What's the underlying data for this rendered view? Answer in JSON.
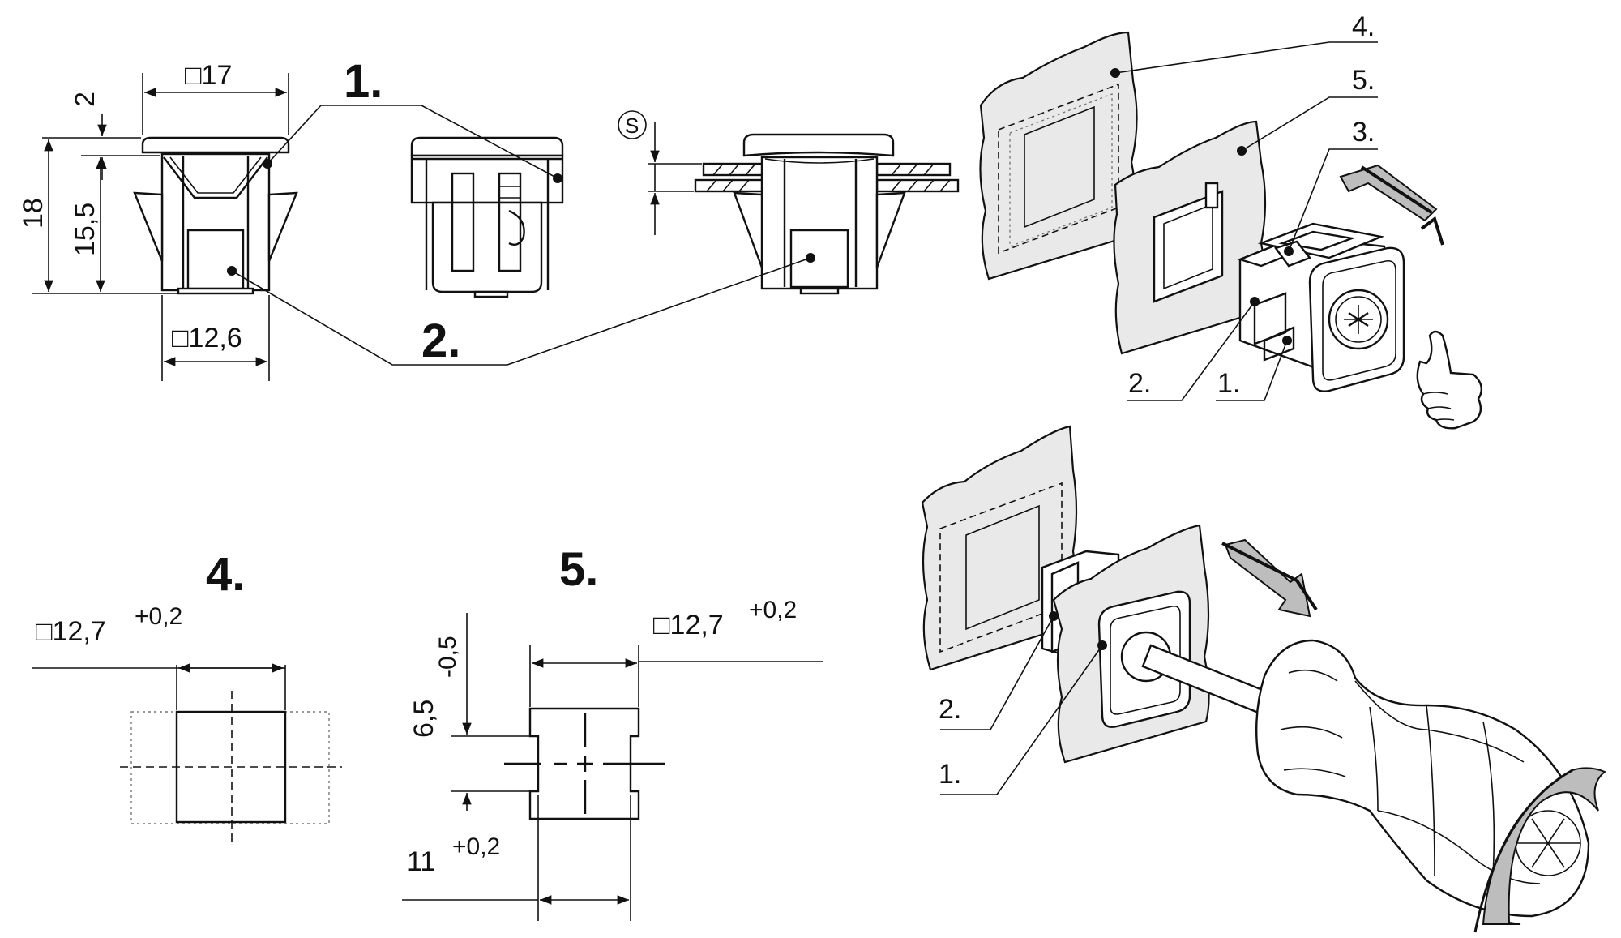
{
  "callouts": {
    "part1": "1.",
    "part2": "2.",
    "part3": "3.",
    "part4": "4.",
    "part5": "5."
  },
  "dimensions": {
    "width_top": "□17",
    "top_thickness": "2",
    "total_height": "18",
    "body_height": "15,5",
    "width_bottom": "□12,6",
    "panel_thickness_symbol": "S"
  },
  "cutout4": {
    "title": "4.",
    "size": "□12,7",
    "tolerance": "+0,2"
  },
  "cutout5": {
    "title": "5.",
    "size": "□12,7",
    "size_tolerance": "+0,2",
    "notch_height": "6,5",
    "notch_tolerance": "-0,5",
    "bottom_width": "11",
    "bottom_tolerance": "+0,2"
  },
  "assembly_top": {
    "label_4": "4.",
    "label_5": "5.",
    "label_3": "3.",
    "label_2": "2.",
    "label_1": "1."
  },
  "assembly_bottom": {
    "label_2": "2.",
    "label_1": "1."
  },
  "icons": [
    "thumbs-up-icon",
    "push-arrow-icon",
    "pull-arrow-icon",
    "rotate-arrow-icon"
  ]
}
